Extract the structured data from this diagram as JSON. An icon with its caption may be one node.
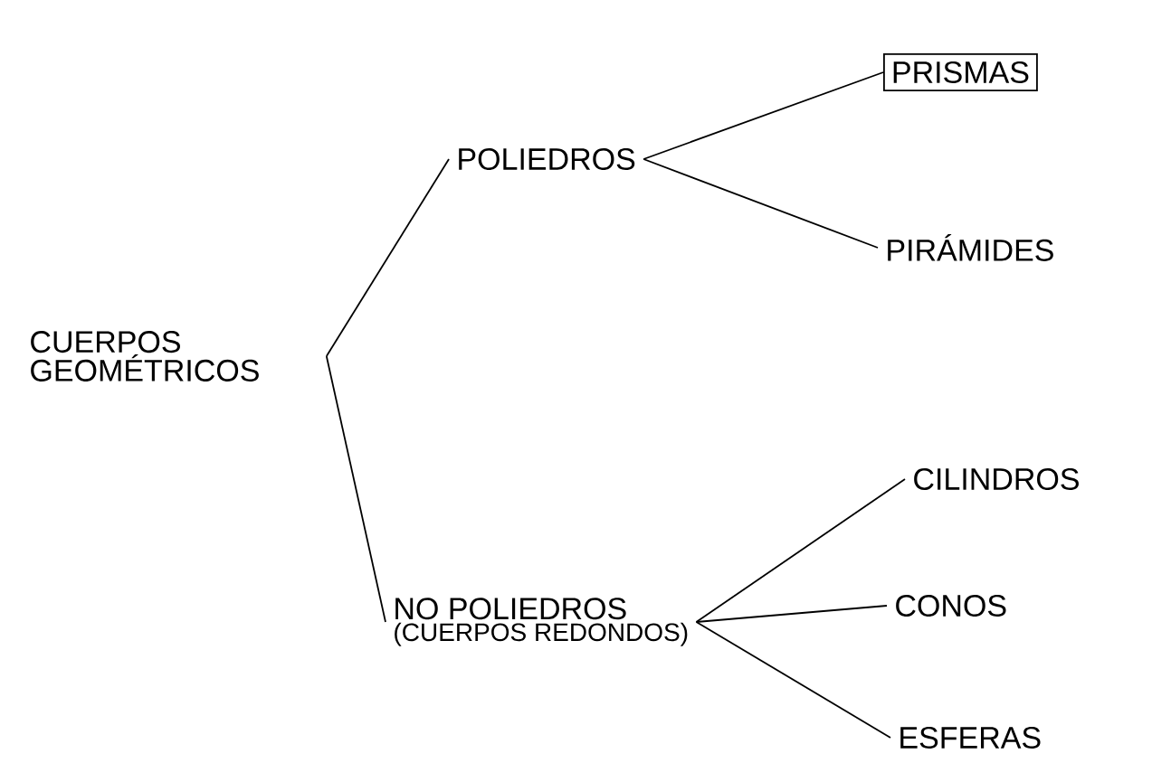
{
  "diagram": {
    "nodes": [
      {
        "text": [
          "CUERPOS GEOMÉTRICOS"
        ]
      },
      {
        "text": [
          "POLIEDROS"
        ]
      },
      {
        "text": [
          "PRISMAS"
        ]
      },
      {
        "text": [
          "PIRÁMIDES"
        ]
      },
      {
        "text": [
          "NO POLIEDROS",
          "(CUERPOS REDONDOS)"
        ]
      },
      {
        "text": [
          "CILINDROS"
        ]
      },
      {
        "text": [
          "CONOS"
        ]
      },
      {
        "text": [
          "ESFERAS"
        ]
      }
    ],
    "edges": [
      {
        "from": 0,
        "to": 1,
        "arrow": "none"
      },
      {
        "from": 0,
        "to": 4,
        "arrow": "none"
      },
      {
        "from": 1,
        "to": 2,
        "arrow": "none"
      },
      {
        "from": 1,
        "to": 3,
        "arrow": "none"
      },
      {
        "from": 4,
        "to": 5,
        "arrow": "none"
      },
      {
        "from": 4,
        "to": 6,
        "arrow": "none"
      },
      {
        "from": 4,
        "to": 7,
        "arrow": "none"
      }
    ]
  }
}
